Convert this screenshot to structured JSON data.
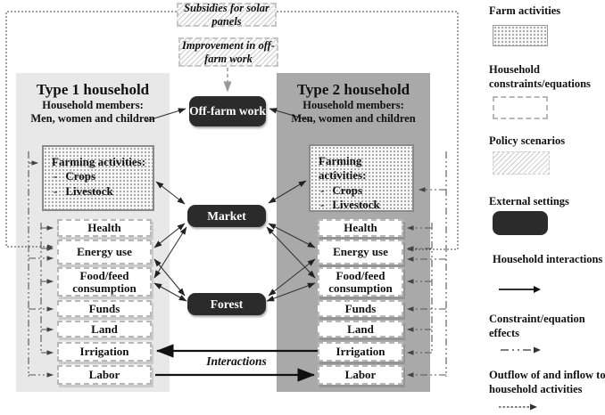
{
  "policy": {
    "subsidies": "Subsidies for solar panels",
    "improvement": "Improvement in off-farm work"
  },
  "external": {
    "offfarm": "Off-farm work",
    "market": "Market",
    "forest": "Forest"
  },
  "list_bullet": "-",
  "households": [
    {
      "title": "Type 1 household",
      "members_label": "Household members:",
      "members": "Men, women and children",
      "farming_title": "Farming activities:",
      "farming_items": [
        "Crops",
        "Livestock"
      ],
      "constraints": [
        "Health",
        "Energy use",
        "Food/feed consumption",
        "Funds",
        "Land",
        "Irrigation",
        "Labor"
      ]
    },
    {
      "title": "Type 2 household",
      "members_label": "Household members:",
      "members": "Men, women and children",
      "farming_title": "Farming activities:",
      "farming_items": [
        "Crops",
        "Livestock"
      ],
      "constraints": [
        "Health",
        "Energy use",
        "Food/feed consumption",
        "Funds",
        "Land",
        "Irrigation",
        "Labor"
      ]
    }
  ],
  "interactions_label": "Interactions",
  "legend": {
    "farm_activities": "Farm activities",
    "household_constraints": "Household constraints/equations",
    "policy_scenarios": "Policy scenarios",
    "external_settings": "External settings",
    "household_interactions": "Household interactions",
    "constraint_effects": "Constraint/equation effects",
    "outflow_inflow": "Outflow of and inflow to household activities"
  },
  "colors": {
    "panel_type1": "#e8e8e8",
    "panel_type2": "#a9a9a9",
    "external_box": "#2b2b2b",
    "dashed_border": "#b8b8b8"
  }
}
